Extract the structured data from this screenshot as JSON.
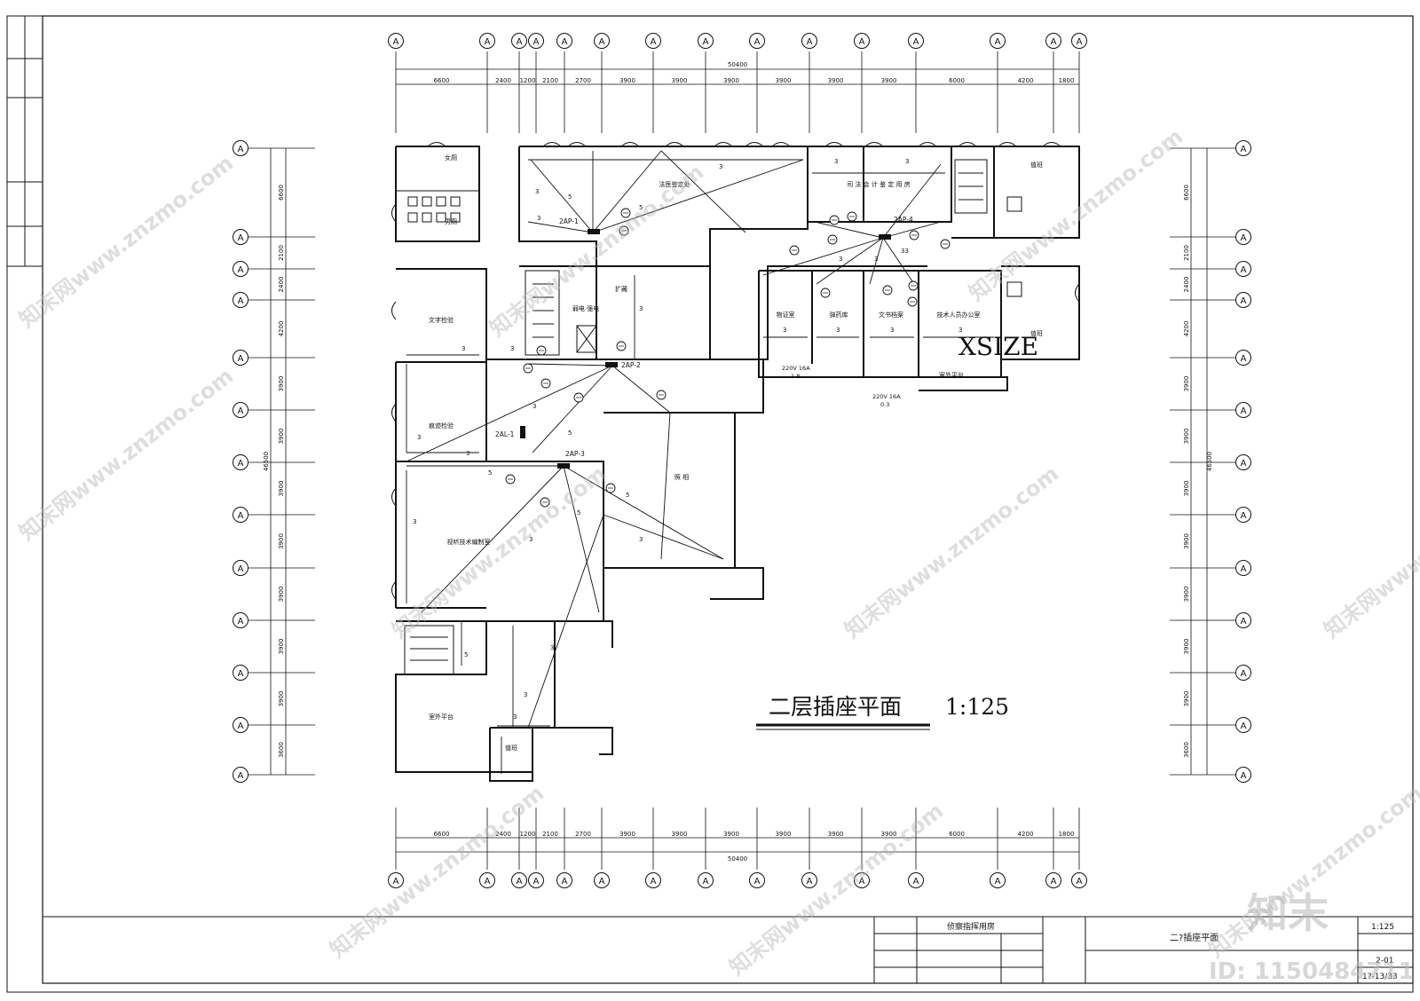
{
  "drawing": {
    "title": "二层插座平面",
    "scale": "1:125",
    "annotation": "XSIZE"
  },
  "grid": {
    "axis_letter": "A",
    "top_dims": [
      "6600",
      "2400",
      "1200",
      "2100",
      "2700",
      "3900",
      "3900",
      "3900",
      "3900",
      "3900",
      "3900",
      "6000",
      "4200",
      "1800"
    ],
    "total_width": "50400",
    "side_dims": [
      "6600",
      "2100",
      "2400",
      "4200",
      "3900",
      "3900",
      "3900",
      "3900",
      "3900",
      "3900",
      "3900",
      "3600"
    ],
    "total_height": "46500"
  },
  "rooms": {
    "female_wc": "女厕",
    "male_wc": "男厕",
    "forensic": "法医鉴定处",
    "judicial": "司 法 会 计 鉴 定 用 房",
    "duty": "值班",
    "text_exam": "文字检验",
    "trace_exam": "痕迹检验",
    "storage": "扩藏",
    "video_room": "视听技术编制室",
    "photo": "照 相",
    "evidence": "物证室",
    "ballistics": "弹药库",
    "documents": "文书档案",
    "tech_office": "技术人员办公室",
    "balcony": "室外平台",
    "equip": "弱电 强电"
  },
  "panels": [
    "2AP-1",
    "2AP-2",
    "2AP-3",
    "2AP-4",
    "2AL-1"
  ],
  "circuits": {
    "c1_spec": "220V  16A",
    "c1_load": "1.8",
    "c2_spec": "220V  16A",
    "c2_load": "0.3"
  },
  "wire_labels": [
    "3",
    "5",
    "33"
  ],
  "title_block": {
    "project": "侦察指挥用房",
    "sheet_name": "二?插座平面",
    "scale": "1:125",
    "sheet_no_a": "2-01",
    "sheet_no_b": "1?-13/33"
  },
  "watermark": {
    "site": "知末网www.znzmo.com",
    "brand": "知末",
    "id": "ID: 1150484711"
  },
  "colors": {
    "line": "#111111",
    "watermark": "#b8b8b8"
  }
}
